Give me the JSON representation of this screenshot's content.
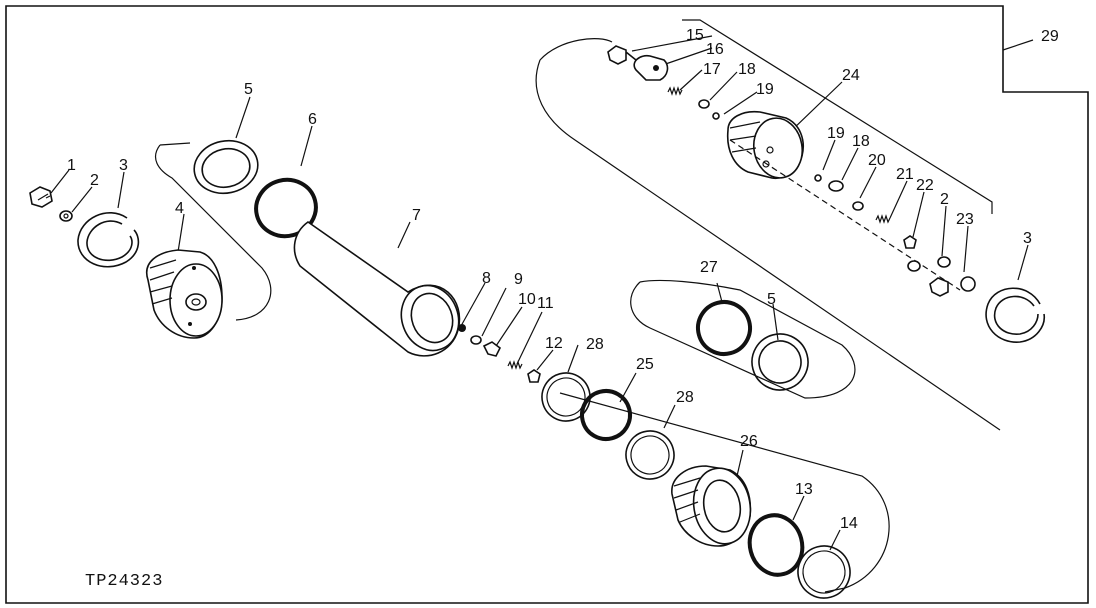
{
  "figure_id": "TP24323",
  "callouts": [
    {
      "id": "c1",
      "text": "1"
    },
    {
      "id": "c2a",
      "text": "2"
    },
    {
      "id": "c3a",
      "text": "3"
    },
    {
      "id": "c4",
      "text": "4"
    },
    {
      "id": "c5a",
      "text": "5"
    },
    {
      "id": "c6",
      "text": "6"
    },
    {
      "id": "c7",
      "text": "7"
    },
    {
      "id": "c8",
      "text": "8"
    },
    {
      "id": "c9",
      "text": "9"
    },
    {
      "id": "c10",
      "text": "10"
    },
    {
      "id": "c11",
      "text": "11"
    },
    {
      "id": "c12",
      "text": "12"
    },
    {
      "id": "c13",
      "text": "13"
    },
    {
      "id": "c14",
      "text": "14"
    },
    {
      "id": "c15",
      "text": "15"
    },
    {
      "id": "c16",
      "text": "16"
    },
    {
      "id": "c17",
      "text": "17"
    },
    {
      "id": "c18a",
      "text": "18"
    },
    {
      "id": "c19a",
      "text": "19"
    },
    {
      "id": "c19b",
      "text": "19"
    },
    {
      "id": "c18b",
      "text": "18"
    },
    {
      "id": "c20",
      "text": "20"
    },
    {
      "id": "c21",
      "text": "21"
    },
    {
      "id": "c22",
      "text": "22"
    },
    {
      "id": "c2b",
      "text": "2"
    },
    {
      "id": "c23",
      "text": "23"
    },
    {
      "id": "c3b",
      "text": "3"
    },
    {
      "id": "c24",
      "text": "24"
    },
    {
      "id": "c25",
      "text": "25"
    },
    {
      "id": "c26",
      "text": "26"
    },
    {
      "id": "c27",
      "text": "27"
    },
    {
      "id": "c5b",
      "text": "5"
    },
    {
      "id": "c28a",
      "text": "28"
    },
    {
      "id": "c28b",
      "text": "28"
    },
    {
      "id": "c29",
      "text": "29"
    }
  ]
}
